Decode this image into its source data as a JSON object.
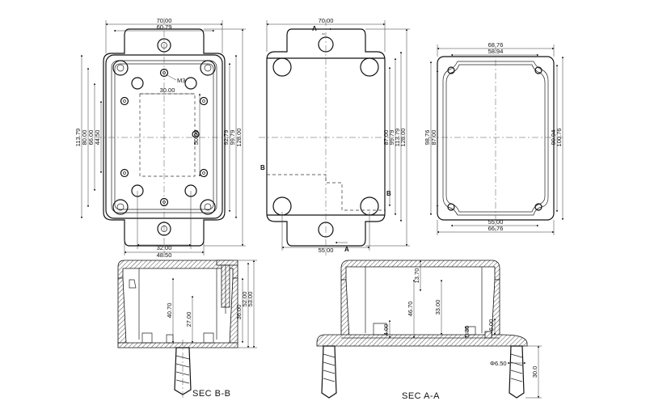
{
  "top_view": {
    "dims": {
      "width_70": "70.00",
      "width_60_79": "60.79",
      "height_113_79": "113.79",
      "height_80": "80.00",
      "height_66": "66.00",
      "height_44_50": "44.50",
      "thread": "M3",
      "inner_30": "30.00",
      "inner_50": "50.00",
      "height_92_79": "92.79",
      "height_99_79": "99.79",
      "height_128": "128.00",
      "bottom_32": "32.00",
      "bottom_48_50": "48.50"
    }
  },
  "front_view": {
    "dims": {
      "width_70": "70.00",
      "height_87": "87.00",
      "height_99_79": "99.79",
      "height_113_79": "113.79",
      "height_128": "128.00",
      "bottom_55": "55.00"
    },
    "markers": {
      "a_top": "A",
      "a_bottom": "A",
      "b_left": "B",
      "b_right": "B"
    }
  },
  "lid_view": {
    "dims": {
      "width_68_76": "68.76",
      "width_58_94": "58.94",
      "height_98_76": "98.76",
      "height_87": "87.00",
      "height_90_94": "90.94",
      "height_100_76": "100.76",
      "bottom_55": "55.00",
      "bottom_66_76": "66.76"
    }
  },
  "section_bb": {
    "label": "SEC B-B",
    "dims": {
      "d_40_70": "40.70",
      "d_27": "27.00",
      "d_36": "36.00",
      "d_52": "52.00",
      "d_53": "53.00"
    }
  },
  "section_aa": {
    "label": "SEC A-A",
    "dims": {
      "d_13_70": "13.70",
      "d_46_70": "46.70",
      "d_33": "33.00",
      "d_4": "4.00",
      "d_0_30": "0.30",
      "d_6": "6.00",
      "dia_6_50": "Φ6.50",
      "d_30": "30.0"
    }
  }
}
